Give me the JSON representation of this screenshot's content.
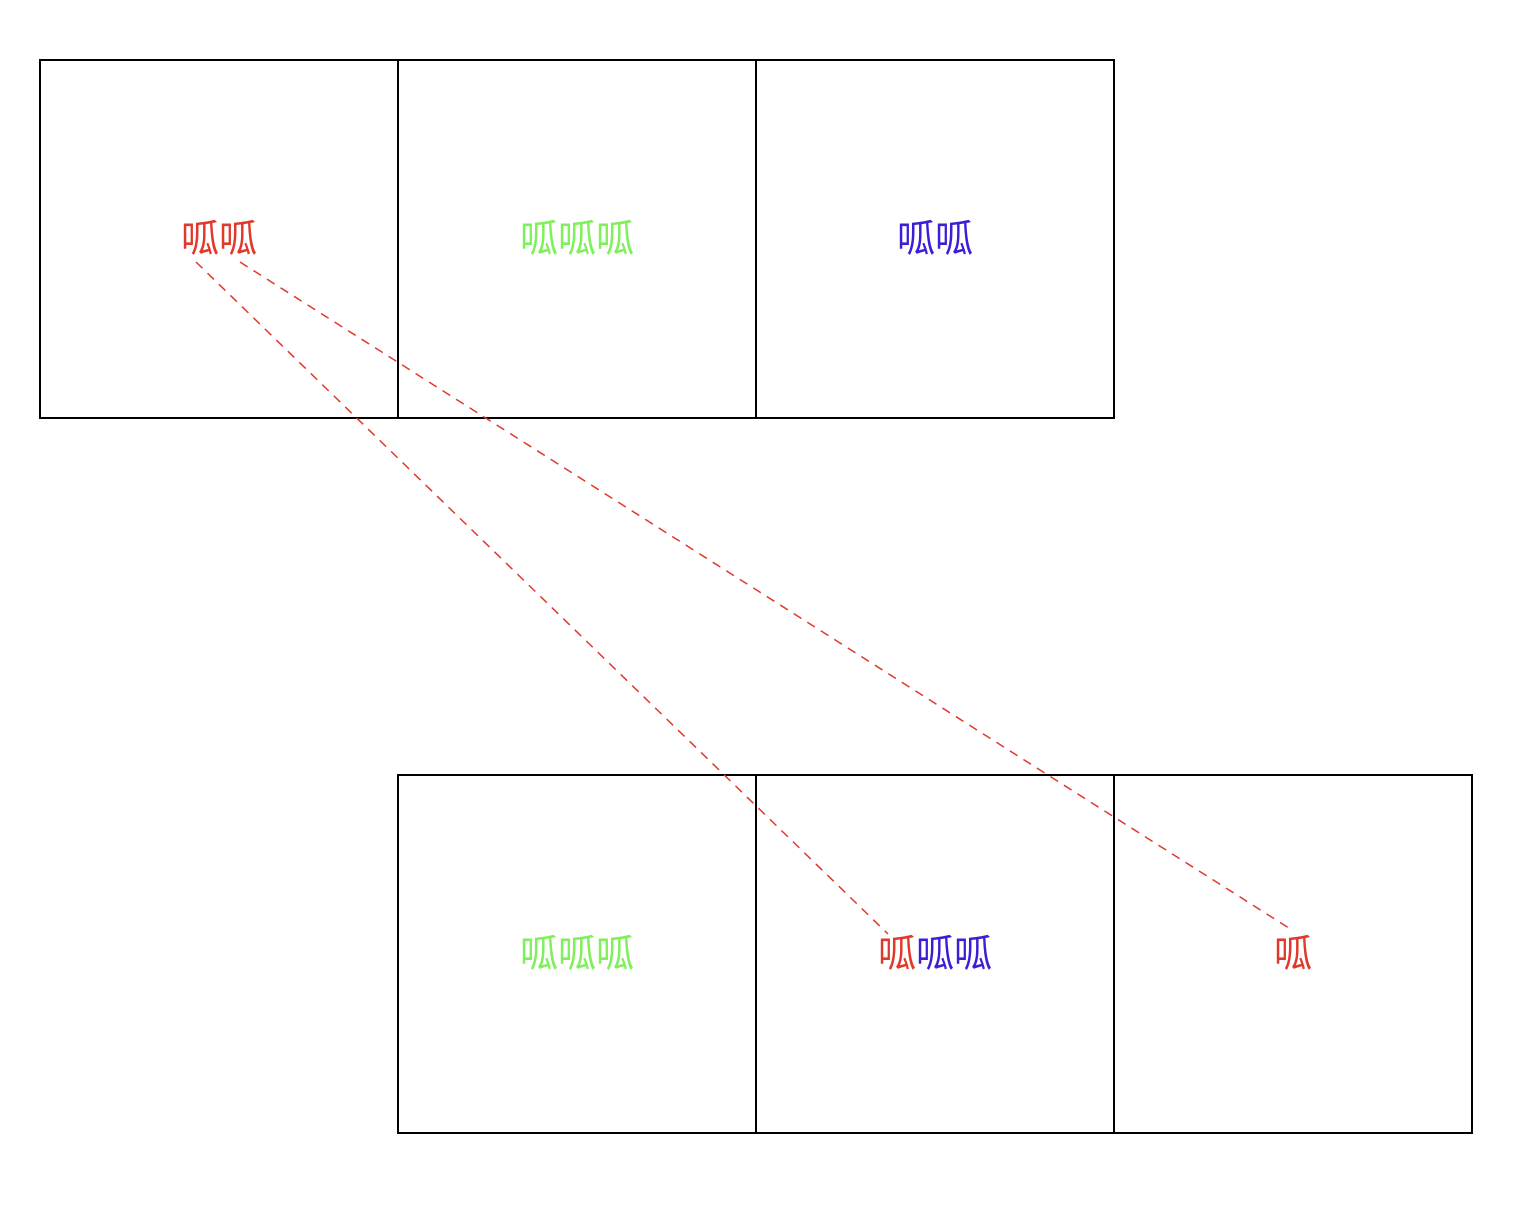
{
  "colors": {
    "red": "#e0392b",
    "green": "#7ef05a",
    "blue": "#3a1fd6",
    "border": "#000000",
    "connector": "#e0392b"
  },
  "top_row": [
    {
      "segments": [
        {
          "text": "呱呱",
          "color": "red"
        }
      ]
    },
    {
      "segments": [
        {
          "text": "呱呱呱",
          "color": "green"
        }
      ]
    },
    {
      "segments": [
        {
          "text": "呱呱",
          "color": "blue"
        }
      ]
    }
  ],
  "bottom_row": [
    {
      "segments": [
        {
          "text": "呱呱呱",
          "color": "green"
        }
      ]
    },
    {
      "segments": [
        {
          "text": "呱",
          "color": "red"
        },
        {
          "text": "呱呱",
          "color": "blue"
        }
      ]
    },
    {
      "segments": [
        {
          "text": "呱",
          "color": "red"
        }
      ]
    }
  ],
  "connectors": [
    {
      "from": "top_row.0.segments.0.char0",
      "to": "bottom_row.1.segments.0.char0",
      "color": "red",
      "style": "dashed"
    },
    {
      "from": "top_row.0.segments.0.char1",
      "to": "bottom_row.2.segments.0.char0",
      "color": "red",
      "style": "dashed"
    }
  ]
}
